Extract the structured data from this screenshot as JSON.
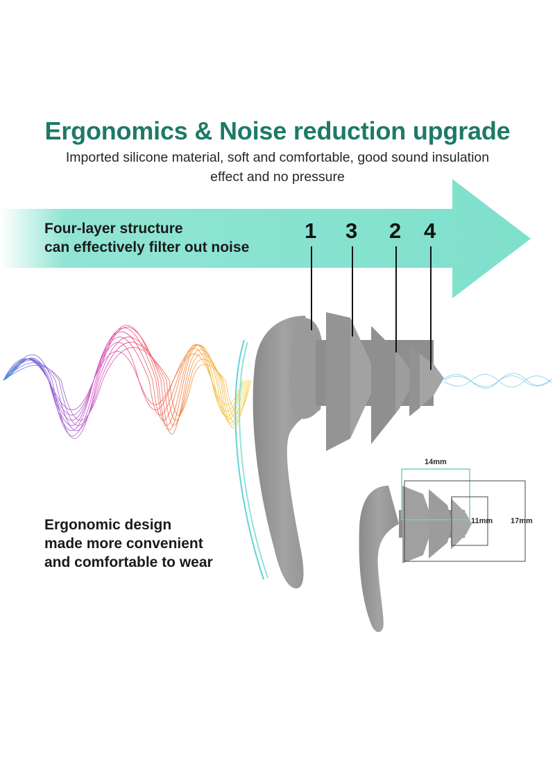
{
  "header": {
    "title": "Ergonomics & Noise reduction upgrade",
    "subtitle_line1": "Imported silicone material, soft and comfortable, good sound insulation",
    "subtitle_line2": "effect and no pressure"
  },
  "arrow": {
    "line1": "Four-layer structure",
    "line2": "can effectively filter out noise",
    "color": "#7ee0cc"
  },
  "layers": {
    "first": "1",
    "second": "3",
    "third": "2",
    "fourth": "4"
  },
  "ergonomic": {
    "line1": "Ergonomic design",
    "line2": "made more convenient",
    "line3": "and comfortable to wear"
  },
  "dimensions": {
    "length": "14mm",
    "tip_diameter": "11mm",
    "base_diameter": "17mm"
  },
  "colors": {
    "title": "#1d7a67",
    "earplug": "#9c9c9c",
    "earplug_shadow": "#7d7d7d",
    "dimension_box_teal": "#6fd0bf"
  }
}
